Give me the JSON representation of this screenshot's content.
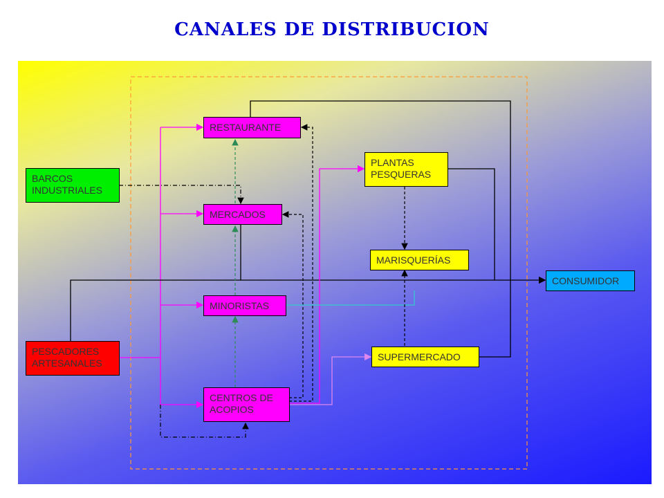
{
  "title": "CANALES DE DISTRIBUCION",
  "colors": {
    "magenta": "#ff00ff",
    "yellow": "#ffff00",
    "green": "#00ee00",
    "red": "#ff0000",
    "cyan": "#00aaff",
    "arrow_magenta": "#ff00ff",
    "arrow_green": "#2e8b57",
    "arrow_cyan": "#33cccc"
  },
  "nodes": {
    "restaurante": "RESTAURANTE",
    "barcos": "BARCOS\nINDUSTRIALES",
    "mercados": "MERCADOS",
    "minoristas": "MINORISTAS",
    "pescadores": "PESCADORES\nARTESANALES",
    "centros": "CENTROS DE\nACOPIOS",
    "plantas": "PLANTAS\nPESQUERAS",
    "marisquerias": "MARISQUERÍAS",
    "supermercado": "SUPERMERCADO",
    "consumidor": "CONSUMIDOR"
  }
}
